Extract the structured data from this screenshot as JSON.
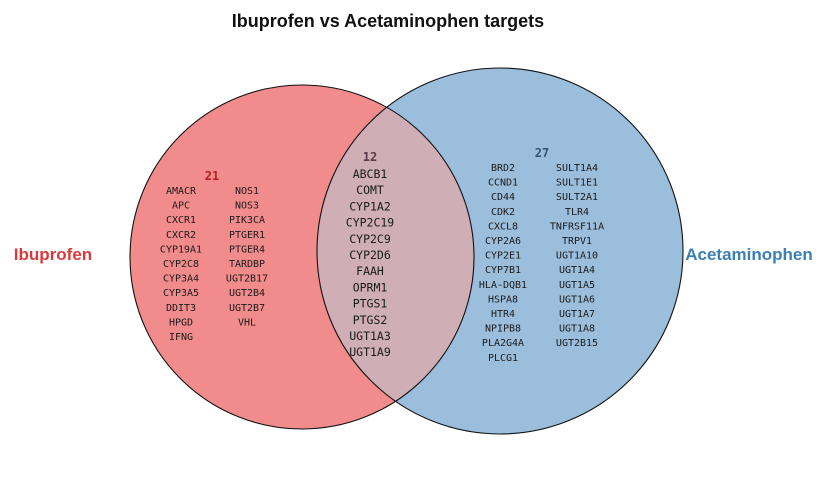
{
  "title": "Ibuprofen vs Acetaminophen targets",
  "sets": {
    "left": {
      "name": "Ibuprofen",
      "count": "21",
      "color": "#f28b8b",
      "label_color": "#d93a3a",
      "count_color": "#b22222",
      "genes_col1": [
        "AMACR",
        "APC",
        "CXCR1",
        "CXCR2",
        "CYP19A1",
        "CYP2C8",
        "CYP3A4",
        "CYP3A5",
        "DDIT3",
        "HPGD",
        "IFNG"
      ],
      "genes_col2": [
        "NOS1",
        "NOS3",
        "PIK3CA",
        "PTGER1",
        "PTGER4",
        "TARDBP",
        "UGT2B17",
        "UGT2B4",
        "UGT2B7",
        "VHL"
      ]
    },
    "right": {
      "name": "Acetaminophen",
      "count": "27",
      "color": "#9bbedc",
      "label_color": "#3d7fb5",
      "count_color": "#34567a",
      "genes_col1": [
        "BRD2",
        "CCND1",
        "CD44",
        "CDK2",
        "CXCL8",
        "CYP2A6",
        "CYP2E1",
        "CYP7B1",
        "HLA-DQB1",
        "HSPA8",
        "HTR4",
        "NPIPB8",
        "PLA2G4A",
        "PLCG1"
      ],
      "genes_col2": [
        "SULT1A4",
        "SULT1E1",
        "SULT2A1",
        "TLR4",
        "TNFRSF11A",
        "TRPV1",
        "UGT1A10",
        "UGT1A4",
        "UGT1A5",
        "UGT1A6",
        "UGT1A7",
        "UGT1A8",
        "UGT2B15"
      ]
    },
    "intersection": {
      "count": "12",
      "color": "#cfaeb6",
      "count_color": "#5a3a4a",
      "genes": [
        "ABCB1",
        "COMT",
        "CYP1A2",
        "CYP2C19",
        "CYP2C9",
        "CYP2D6",
        "FAAH",
        "OPRM1",
        "PTGS1",
        "PTGS2",
        "UGT1A3",
        "UGT1A9"
      ]
    }
  }
}
